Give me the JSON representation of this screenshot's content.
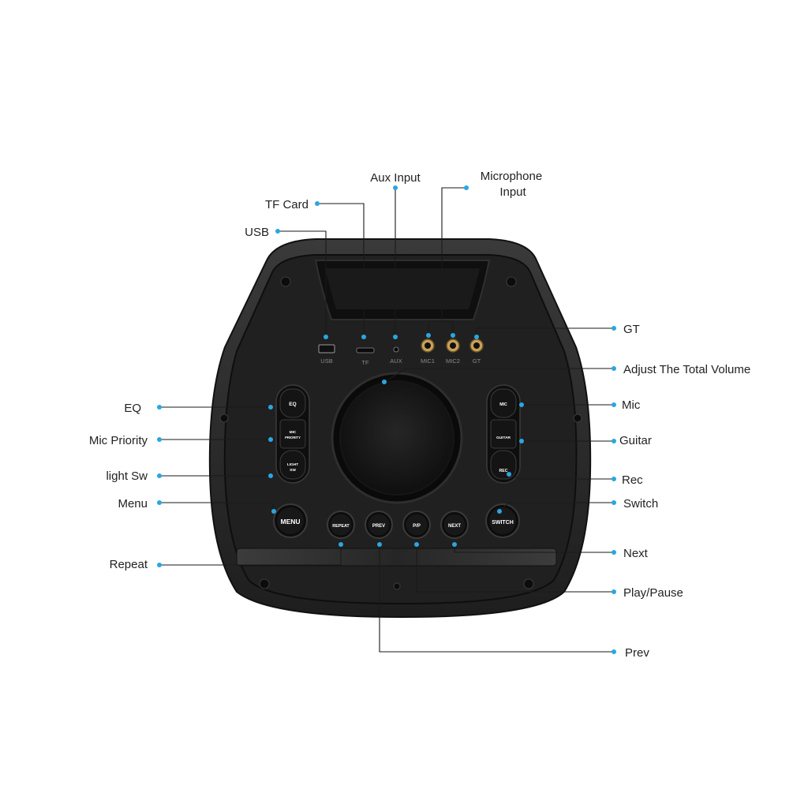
{
  "callouts": {
    "aux_input": "Aux Input",
    "microphone_input_1": "Microphone",
    "microphone_input_2": "Input",
    "tf_card": "TF Card",
    "usb": "USB",
    "gt": "GT",
    "adjust_volume": "Adjust The Total Volume",
    "eq": "EQ",
    "mic_priority": "Mic Priority",
    "light_sw": "light Sw",
    "menu": "Menu",
    "repeat": "Repeat",
    "mic": "Mic",
    "guitar": "Guitar",
    "rec": "Rec",
    "switch": "Switch",
    "next": "Next",
    "play_pause": "Play/Pause",
    "prev": "Prev"
  },
  "ports": {
    "usb": "USB",
    "tf": "TF",
    "aux": "AUX",
    "mic1": "MIC1",
    "mic2": "MIC2",
    "gt": "GT"
  },
  "buttons": {
    "eq": "EQ",
    "mic_priority_1": "MIC",
    "mic_priority_2": "PRIORITY",
    "light_sw_1": "LIGHT",
    "light_sw_2": "SW",
    "mic": "MIC",
    "guitar": "GUITAR",
    "rec": "REC",
    "menu": "MENU",
    "repeat": "REPEAT",
    "prev": "PREV",
    "play_pause": "P/P",
    "next": "NEXT",
    "switch": "SWITCH"
  },
  "colors": {
    "accent_dot": "#2aa6e0",
    "body": "#2b2b2b",
    "panel": "#1c1c1c"
  }
}
